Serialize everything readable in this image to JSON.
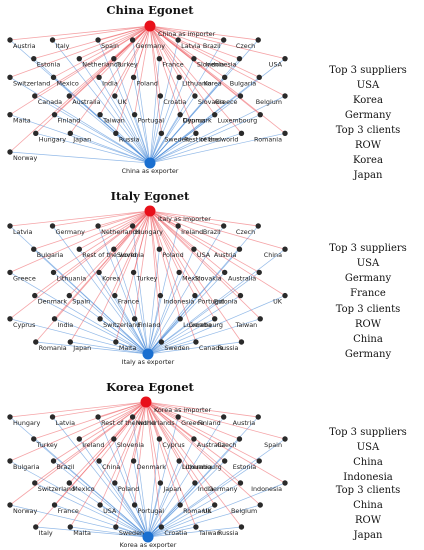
{
  "egonets": [
    {
      "title": "China Egonet",
      "importer_label": "China as importer",
      "exporter_label": "China as exporter",
      "nodes": [
        "Austria",
        "Italy",
        "Spain",
        "Germany",
        "Latvia",
        "Brazil",
        "Czech",
        "Estonia",
        "Netherlands",
        "Turkey",
        "France",
        "Slovenia",
        "Indonesia",
        "USA",
        "Switzerland",
        "Mexico",
        "India",
        "Poland",
        "Lithuania",
        "Korea",
        "Bulgaria",
        "Canada",
        "Australia",
        "UK",
        "Croatia",
        "Slovakia",
        "Greece",
        "Belgium",
        "Malta",
        "Finland",
        "Taiwan",
        "Portugal",
        "Cyprus",
        "Denmark",
        "Luxembourg",
        "Hungary",
        "Japan",
        "Russia",
        "Sweden",
        "Ireland",
        "Rest of the world",
        "Romania",
        "Norway"
      ],
      "suppliers_title": "Top 3 suppliers",
      "suppliers": [
        "USA",
        "Korea",
        "Germany"
      ],
      "clients_title": "Top 3 clients",
      "clients": [
        "ROW",
        "Korea",
        "Japan"
      ]
    },
    {
      "title": "Italy Egonet",
      "importer_label": "Italy as importer",
      "exporter_label": "Italy as exporter",
      "nodes": [
        "Latvia",
        "Germany",
        "Netherlands",
        "Hungary",
        "Ireland",
        "Brazil",
        "Czech",
        "Bulgaria",
        "Rest of the world",
        "Slovenia",
        "Poland",
        "USA",
        "Austria",
        "China",
        "Greece",
        "Lithuania",
        "Korea",
        "Turkey",
        "Mexico",
        "Slovakia",
        "Australia",
        "Denmark",
        "Spain",
        "France",
        "Indonesia",
        "Portugal",
        "Estonia",
        "UK",
        "Cyprus",
        "India",
        "Switzerland",
        "Finland",
        "Luxembourg",
        "Croatia",
        "Taiwan",
        "Romania",
        "Japan",
        "Malta",
        "Sweden",
        "Canada",
        "Russia"
      ],
      "suppliers_title": "Top 3 suppliers",
      "suppliers": [
        "USA",
        "Germany",
        "France"
      ],
      "clients_title": "Top 3 clients",
      "clients": [
        "ROW",
        "China",
        "Germany"
      ]
    },
    {
      "title": "Korea Egonet",
      "importer_label": "Korea as importer",
      "exporter_label": "Korea as exporter",
      "nodes": [
        "Hungary",
        "Latvia",
        "Rest of the world",
        "Netherlands",
        "Greece",
        "Finland",
        "Austria",
        "Turkey",
        "Ireland",
        "Slovenia",
        "Cyprus",
        "Australia",
        "Czech",
        "Spain",
        "Bulgaria",
        "Brazil",
        "China",
        "Denmark",
        "Lithuania",
        "Luxembourg",
        "Estonia",
        "Switzerland",
        "Mexico",
        "Poland",
        "Japan",
        "India",
        "Germany",
        "Indonesia",
        "Norway",
        "France",
        "USA",
        "Portugal",
        "Romania",
        "UK",
        "Belgium",
        "Italy",
        "Malta",
        "Sweden",
        "Croatia",
        "Taiwan",
        "Russia"
      ],
      "suppliers_title": "Top 3 suppliers",
      "suppliers": [
        "USA",
        "China",
        "Indonesia"
      ],
      "clients_title": "Top 3 clients",
      "clients": [
        "China",
        "ROW",
        "Japan"
      ]
    }
  ],
  "colors": {
    "importer": "#e8101a",
    "exporter": "#1a6fd0",
    "import_edge": "#ec5a5f",
    "export_edge": "#3b82d6",
    "node": "#2a2a2a"
  }
}
